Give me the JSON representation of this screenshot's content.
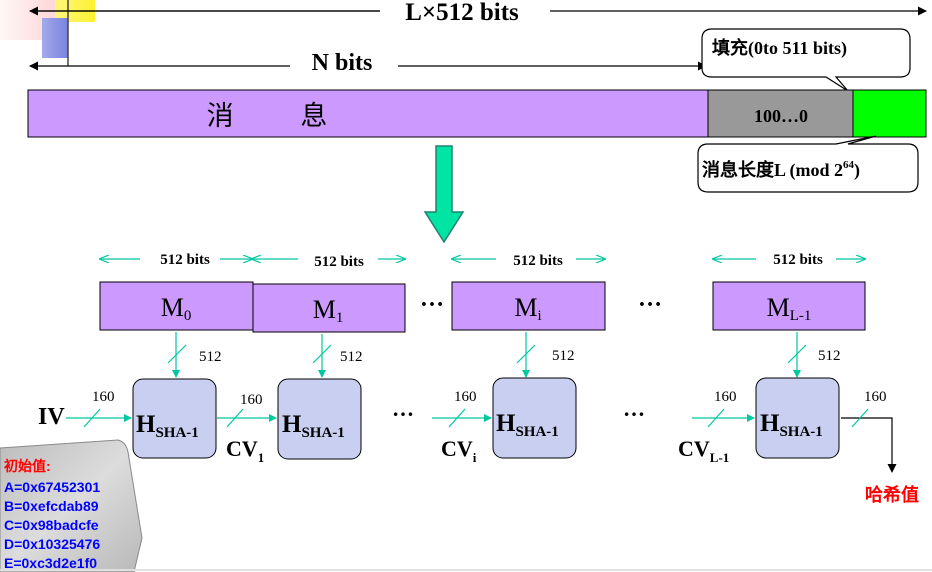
{
  "top": {
    "total_length": "L×512 bits",
    "message_length": "N bits",
    "padding_note": "填充(0to 511 bits)",
    "length_note_prefix": "消息长度L (mod 2",
    "length_note_exp": "64",
    "length_note_suffix": ")"
  },
  "message_bar": {
    "message_label": "消 息",
    "padding_label": "100…0"
  },
  "blocks": {
    "size_label": "512 bits",
    "items": [
      {
        "base": "M",
        "sub": "0"
      },
      {
        "base": "M",
        "sub": "1"
      },
      {
        "base": "M",
        "sub": "i"
      },
      {
        "base": "M",
        "sub": "L-1"
      }
    ],
    "ellipsis": "…"
  },
  "compression": {
    "base": "H",
    "sub": "SHA-1",
    "input_bits": "512",
    "chain_bits": "160",
    "iv": "IV",
    "cv": [
      {
        "base": "CV",
        "sub": "1"
      },
      {
        "base": "CV",
        "sub": "i"
      },
      {
        "base": "CV",
        "sub": "L-1"
      }
    ],
    "output": "哈希值"
  },
  "init_values": {
    "title": "初始值:",
    "lines": [
      "A=0x67452301",
      "B=0xefcdab89",
      "C=0x98badcfe",
      "D=0x10325476",
      "E=0xc3d2e1f0"
    ]
  },
  "colors": {
    "message": "#cc99ff",
    "padding": "#999999",
    "length": "#00ff00",
    "arrow": "#00e4a4",
    "hbox": "#c8cff0",
    "chain": "#00c8a0",
    "init_title": "#ff0000",
    "init_values": "#0000ff",
    "output": "#ff0000"
  }
}
